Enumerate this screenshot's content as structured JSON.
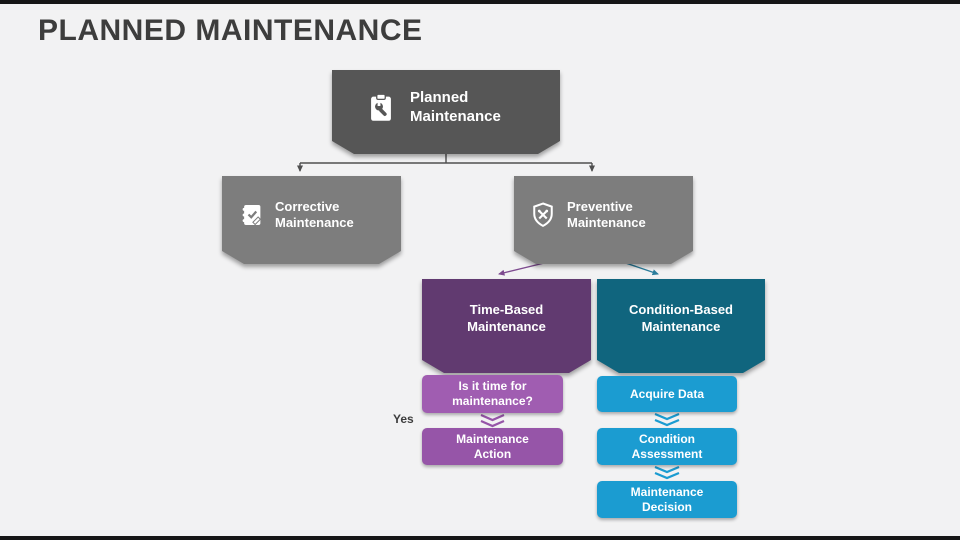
{
  "slide": {
    "title": "PLANNED MAINTENANCE"
  },
  "labels": {
    "yes": "Yes"
  },
  "nodes": {
    "planned": {
      "label": "Planned Maintenance"
    },
    "corrective": {
      "label": "Corrective Maintenance"
    },
    "preventive": {
      "label": "Preventive Maintenance"
    },
    "time_based": {
      "label": "Time-Based Maintenance"
    },
    "condition_based": {
      "label": "Condition-Based Maintenance"
    },
    "is_it_time": {
      "label": "Is it time for maintenance?"
    },
    "maintenance_action": {
      "label": "Maintenance Action"
    },
    "acquire_data": {
      "label": "Acquire Data"
    },
    "condition_assessment": {
      "label": "Condition Assessment"
    },
    "maintenance_decision": {
      "label": "Maintenance Decision"
    }
  },
  "palette": {
    "background": "#f2f2f3",
    "title_text": "#3d3d3d",
    "node_dark_gray": "#565656",
    "node_gray": "#7d7d7d",
    "node_purple_dark": "#613a70",
    "node_teal_dark": "#10657e",
    "pill_purple": "#a05db1",
    "pill_purple_muted": "#9655a8",
    "pill_cyan": "#1b9cd1",
    "connector_gray": "#4f4f4f",
    "connector_purple": "#7d4a8f",
    "connector_teal": "#2a7d9c"
  }
}
